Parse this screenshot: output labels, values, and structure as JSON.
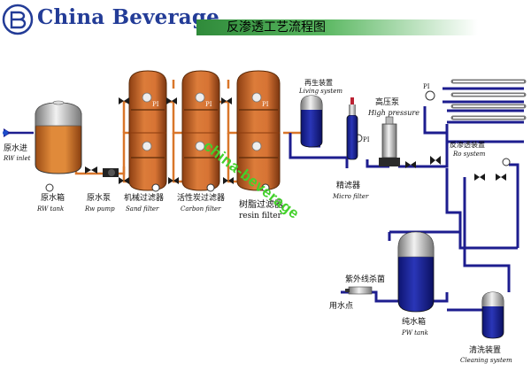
{
  "brand": {
    "name": "China Beverage",
    "logo_icon": "cb-logo-icon"
  },
  "title": "反渗透工艺流程图",
  "watermark": "china-beverage",
  "labels": {
    "rw_inlet_cn": "原水进",
    "rw_inlet_en": "RW inlet",
    "rw_tank_cn": "原水箱",
    "rw_tank_en": "RW tank",
    "rw_pump_cn": "原水泵",
    "rw_pump_en": "Rw pump",
    "sand_cn": "机械过滤器",
    "sand_en": "Sand filter",
    "carbon_cn": "活性炭过滤器",
    "carbon_en": "Carbon filter",
    "resin_cn": "树脂过滤器",
    "resin_en": "resin filter",
    "living_cn": "再生装置",
    "living_en": "Living system",
    "micro_cn": "精滤器",
    "micro_en": "Micro filter",
    "hp_cn": "高压泵",
    "hp_en": "High pressure",
    "ro_cn": "反渗透装置",
    "ro_en": "Ro system",
    "uv_cn": "紫外线杀菌",
    "use_cn": "用水点",
    "pw_cn": "纯水箱",
    "pw_en": "PW tank",
    "clean_cn": "清洗装置",
    "clean_en": "Cleaning system",
    "pi": "PI"
  },
  "colors": {
    "pipe": "#1d1d8f",
    "tank_fill": "#d9762a",
    "filter_fill": "#cf6a2e",
    "blue_tank": "#1f2aa0",
    "title_green": "#3a9a45",
    "brand_blue": "#233c97"
  }
}
